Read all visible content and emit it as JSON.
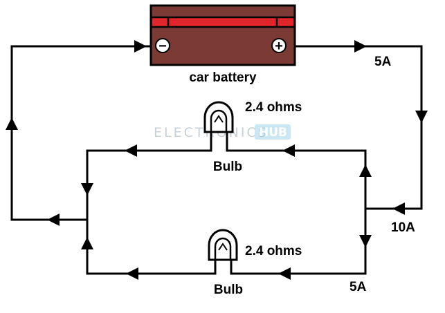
{
  "battery": {
    "label": "car battery",
    "negative_symbol": "−",
    "positive_symbol": "+",
    "body_color": "#7b3a33",
    "stripe_color": "#e0262a"
  },
  "bulbs": [
    {
      "label": "Bulb",
      "resistance": "2.4 ohms"
    },
    {
      "label": "Bulb",
      "resistance": "2.4 ohms"
    }
  ],
  "currents": {
    "top_right": "5A",
    "junction": "10A",
    "bottom_branch": "5A"
  },
  "watermark": {
    "left": "ELECTRONICS",
    "right": "HUB",
    "color": "#c7d0d6",
    "accent": "#9fd4ea"
  }
}
